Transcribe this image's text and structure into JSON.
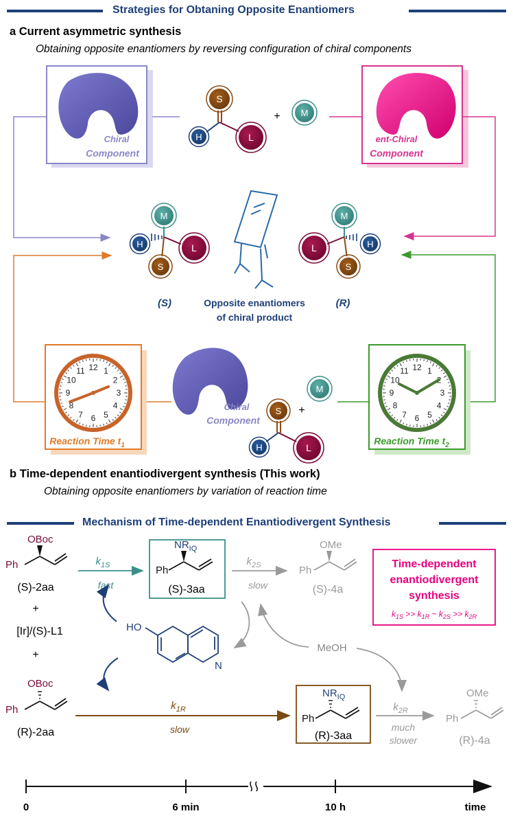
{
  "header_top": "Strategies for Obtaning Opposite Enantiomers",
  "section_a": {
    "title": "a Current asymmetric synthesis",
    "subtitle": "Obtaining opposite enantiomers by reversing configuration of chiral components",
    "chiral_line1": "Chiral",
    "chiral_line2": "Component",
    "ent_line1": "ent-Chiral",
    "ent_line2": "Component",
    "S": "S",
    "H": "H",
    "L": "L",
    "M": "M",
    "plus": "+",
    "label_S": "(S)",
    "label_R": "(R)",
    "center_line1": "Opposite enantiomers",
    "center_line2": "of chiral product",
    "time1": "Reaction Time t",
    "time1_sub": "1",
    "time2": "Reaction Time t",
    "time2_sub": "2",
    "clock_numbers": [
      "12",
      "1",
      "2",
      "3",
      "4",
      "5",
      "6",
      "7",
      "8",
      "9",
      "10",
      "11"
    ]
  },
  "section_b": {
    "title": "b Time-dependent enantiodivergent synthesis (This work)",
    "subtitle": "Obtaining opposite enantiomers by variation of reaction time"
  },
  "header_mech": "Mechanism of Time-dependent Enantiodivergent Synthesis",
  "mechanism": {
    "oboc": "OBoc",
    "ph": "Ph",
    "nr": "NR",
    "nr_sub": "IQ",
    "ome": "OMe",
    "s2aa": "(S)-2aa",
    "r2aa": "(R)-2aa",
    "s3aa": "(S)-3aa",
    "r3aa": "(R)-3aa",
    "s4a": "(S)-4a",
    "r4a": "(R)-4a",
    "plus": "+",
    "catalyst": "[Ir]/(S)-L1",
    "ho": "HO",
    "n": "N",
    "meoh": "MeOH",
    "k1S": "k1S",
    "fast": "fast",
    "k2S": "k2S",
    "slow": "slow",
    "k1R": "k1R",
    "slow2": "slow",
    "k2R": "k2R",
    "much": "much",
    "slower": "slower",
    "box_title1": "Time-dependent",
    "box_title2": "enantiodivergent",
    "box_title3": "synthesis",
    "box_formula": "k1S >> k1R ~ k2S >> k2R"
  },
  "timeline": {
    "t0": "0",
    "t1": "6 min",
    "t2": "10 h",
    "label": "time"
  },
  "colors": {
    "blue_dark": "#1d3f78",
    "purple": "#5a58ad",
    "purple_light": "#8a87c8",
    "magenta": "#e6007e",
    "orange": "#e07a2a",
    "green": "#3c9a2a",
    "maroon": "#7a0c3a",
    "teal": "#3b8f8a",
    "brown": "#8a4a14",
    "grey": "#9a9a9a"
  }
}
